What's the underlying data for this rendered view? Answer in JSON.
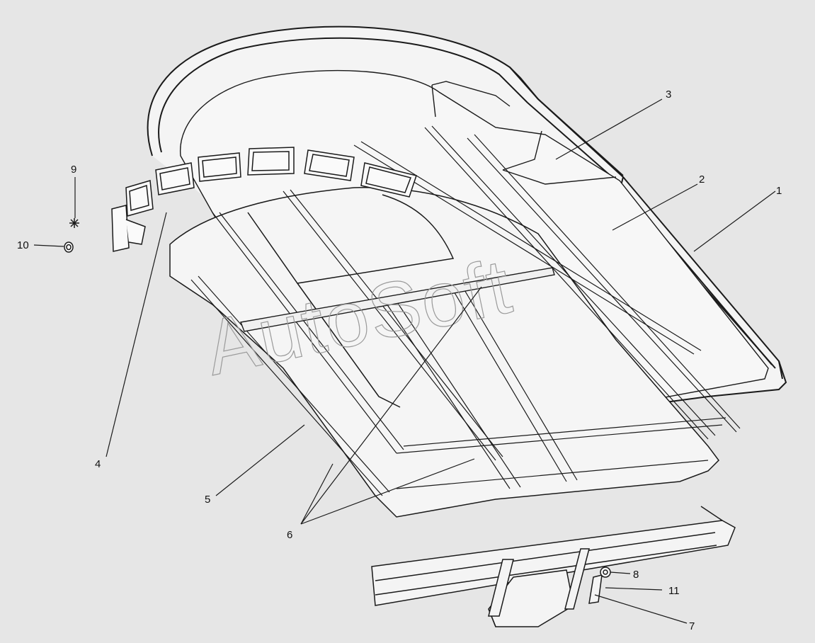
{
  "watermark": "AutoSoft",
  "colors": {
    "background": "#e6e6e6",
    "line": "#1a1a1a",
    "panel": "#f4f4f4",
    "watermark": "#9a9a9a"
  },
  "callouts": [
    {
      "id": "1",
      "text": "1"
    },
    {
      "id": "2",
      "text": "2"
    },
    {
      "id": "3",
      "text": "3"
    },
    {
      "id": "4",
      "text": "4"
    },
    {
      "id": "5",
      "text": "5"
    },
    {
      "id": "6",
      "text": "6"
    },
    {
      "id": "7",
      "text": "7"
    },
    {
      "id": "8",
      "text": "8"
    },
    {
      "id": "9",
      "text": "9"
    },
    {
      "id": "10",
      "text": "10"
    },
    {
      "id": "11",
      "text": "11"
    }
  ]
}
